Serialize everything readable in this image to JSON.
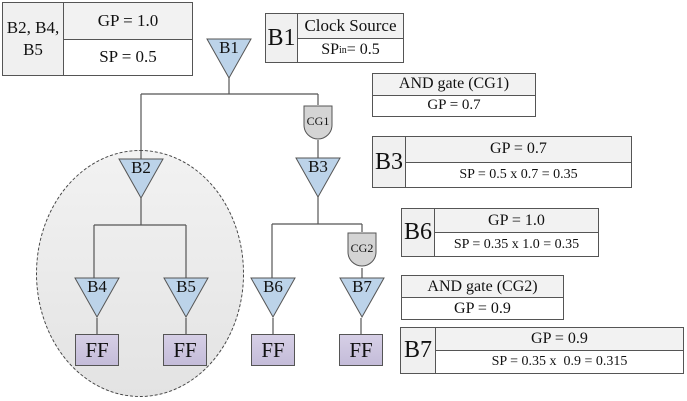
{
  "colors": {
    "buffer_fill": "#bcd3e9",
    "gate_fill": "#d4d4d4",
    "ff_fill": "#ccc4df",
    "cluster_fill": "#ececec",
    "wire": "#555555"
  },
  "legend_b2_b4_b5": {
    "label": "B2, B4, B5",
    "gp": "GP = 1.0",
    "sp": "SP = 0.5"
  },
  "legend_b1": {
    "label": "B1",
    "title": "Clock Source",
    "sp_prefix": "SP",
    "sp_sub": "in",
    "sp_value": " = 0.5"
  },
  "legend_cg1": {
    "title": "AND gate (CG1)",
    "gp": "GP = 0.7"
  },
  "legend_b3": {
    "label": "B3",
    "gp": "GP = 0.7",
    "sp": "SP = 0.5 x 0.7 = 0.35"
  },
  "legend_b6": {
    "label": "B6",
    "gp": "GP = 1.0",
    "sp": "SP = 0.35 x 1.0 = 0.35"
  },
  "legend_cg2": {
    "title": "AND gate (CG2)",
    "gp": "GP = 0.9"
  },
  "legend_b7": {
    "label": "B7",
    "gp": "GP = 0.9",
    "sp": "SP = 0.35 x  0.9 = 0.315"
  },
  "nodes": {
    "buffers": [
      "B1",
      "B2",
      "B3",
      "B4",
      "B5",
      "B6",
      "B7"
    ],
    "gates": [
      "CG1",
      "CG2"
    ],
    "flipflops": [
      "FF",
      "FF",
      "FF",
      "FF"
    ]
  }
}
